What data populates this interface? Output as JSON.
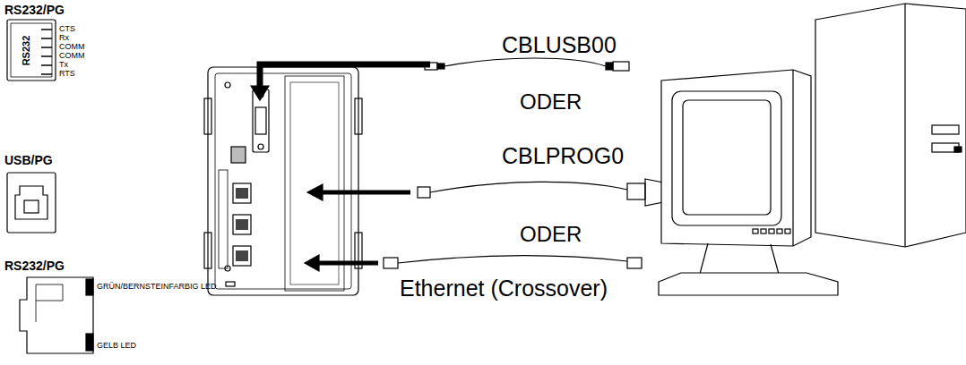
{
  "diagram": {
    "labels": [
      "RS232/PG",
      "CTS",
      "Rx",
      "COMM",
      "COMM",
      "Tx",
      "RTS",
      "RS232",
      "USB/PG",
      "RS232/PG",
      "GRÜN/BERNSTEINFARBIG LED",
      "GELB LED",
      "CBLUSB00",
      "ODER",
      "CBLPROG0",
      "ODER",
      "Ethernet (Crossover)"
    ]
  }
}
